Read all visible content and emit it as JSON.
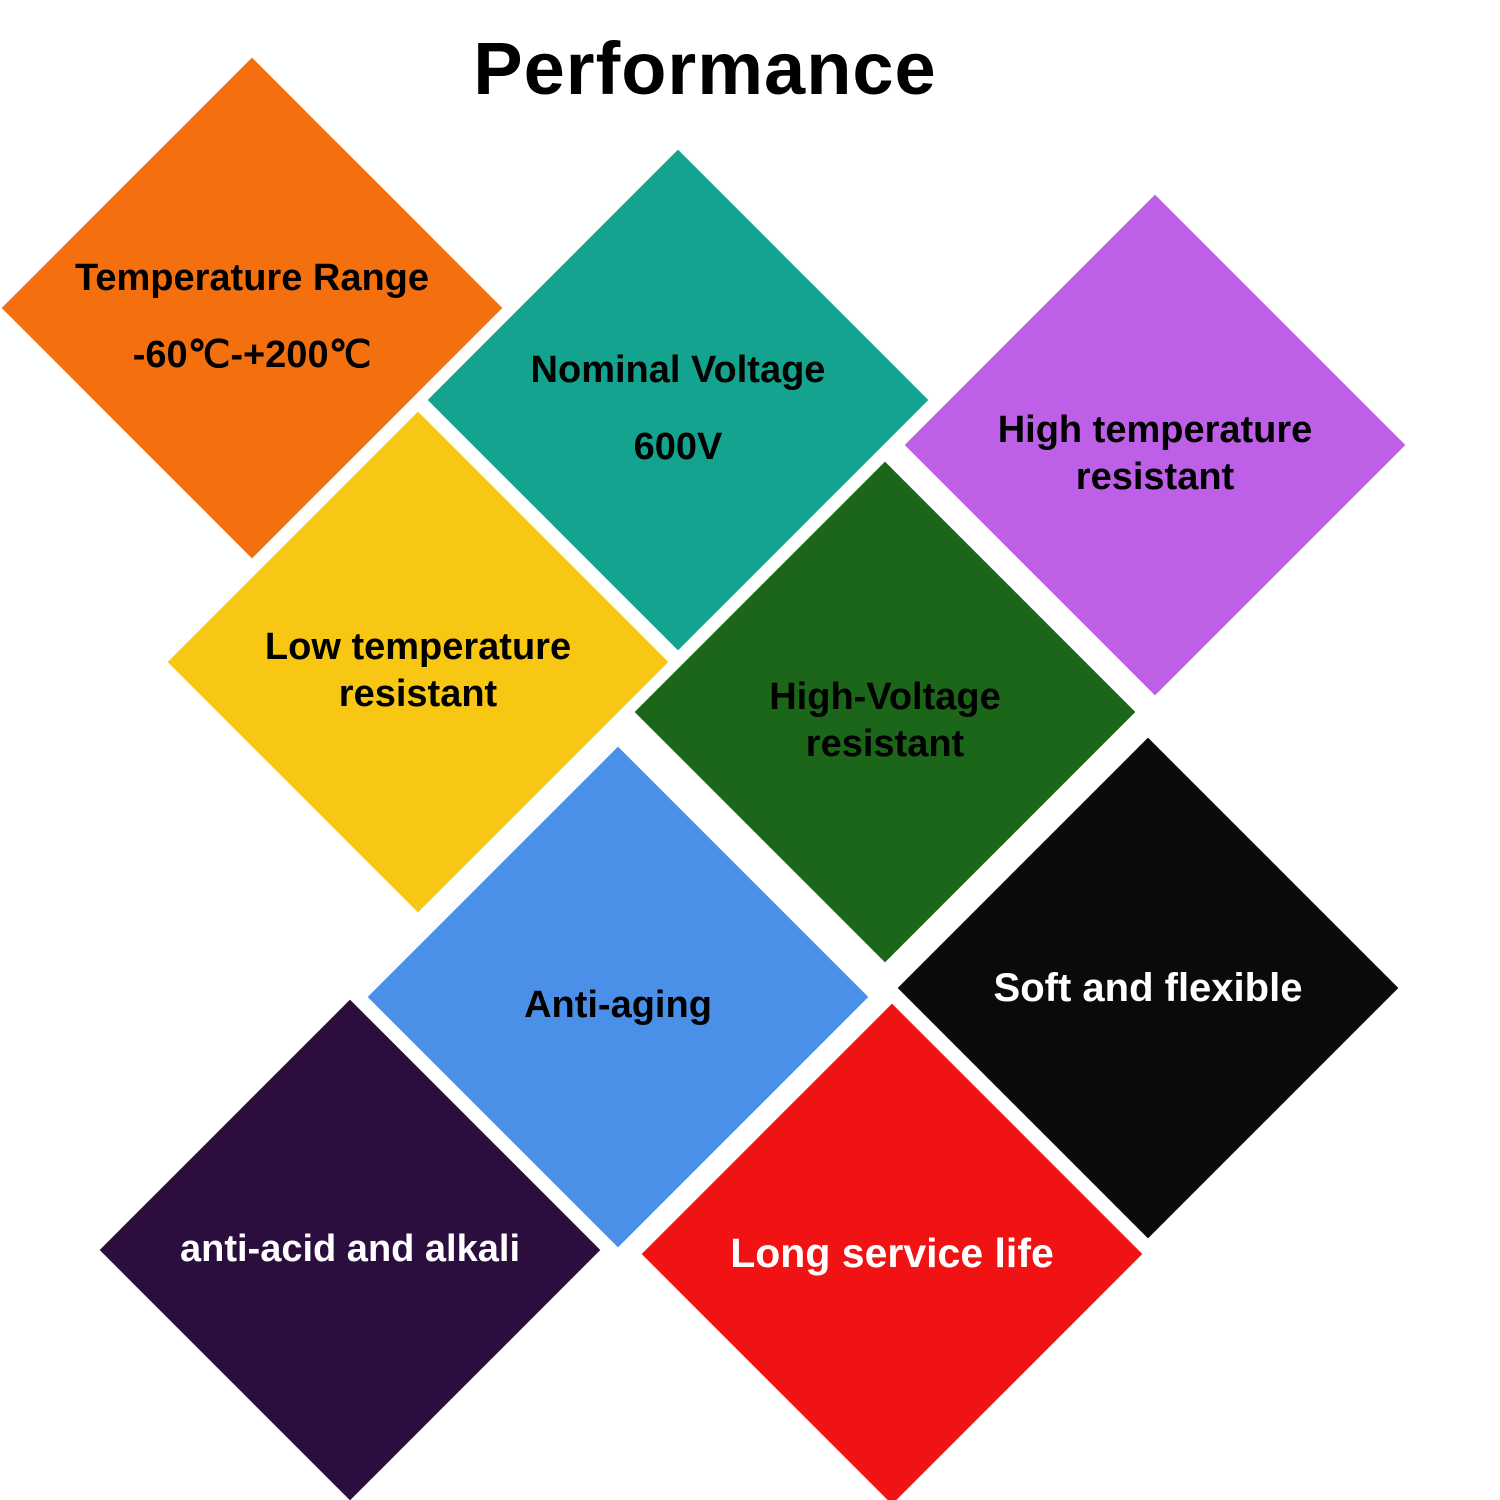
{
  "title": "Performance",
  "features": [
    {
      "id": "temperature-range",
      "line1": "Temperature Range",
      "line2": "-60℃-+200℃",
      "color": "#F4700F",
      "text_color": "#000000"
    },
    {
      "id": "nominal-voltage",
      "line1": "Nominal Voltage",
      "line2": "600V",
      "color": "#14A38F",
      "text_color": "#000000"
    },
    {
      "id": "high-temperature-resistant",
      "line1": "High temperature",
      "line2": "resistant",
      "color": "#BE5FE8",
      "text_color": "#000000"
    },
    {
      "id": "low-temperature-resistant",
      "line1": "Low temperature",
      "line2": "resistant",
      "color": "#F7C713",
      "text_color": "#000000"
    },
    {
      "id": "high-voltage-resistant",
      "line1": "High-Voltage",
      "line2": "resistant",
      "color": "#1B6618",
      "text_color": "#000000"
    },
    {
      "id": "soft-and-flexible",
      "line1": "Soft and flexible",
      "line2": "",
      "color": "#0A0A0A",
      "text_color": "#FFFFFF"
    },
    {
      "id": "anti-aging",
      "line1": "Anti-aging",
      "line2": "",
      "color": "#4A90E8",
      "text_color": "#000000"
    },
    {
      "id": "anti-acid-and-alkali",
      "line1": "anti-acid and alkali",
      "line2": "",
      "color": "#2C0E3E",
      "text_color": "#FFFFFF"
    },
    {
      "id": "long-service-life",
      "line1": "Long service life",
      "line2": "",
      "color": "#F11313",
      "text_color": "#FFFFFF"
    }
  ]
}
